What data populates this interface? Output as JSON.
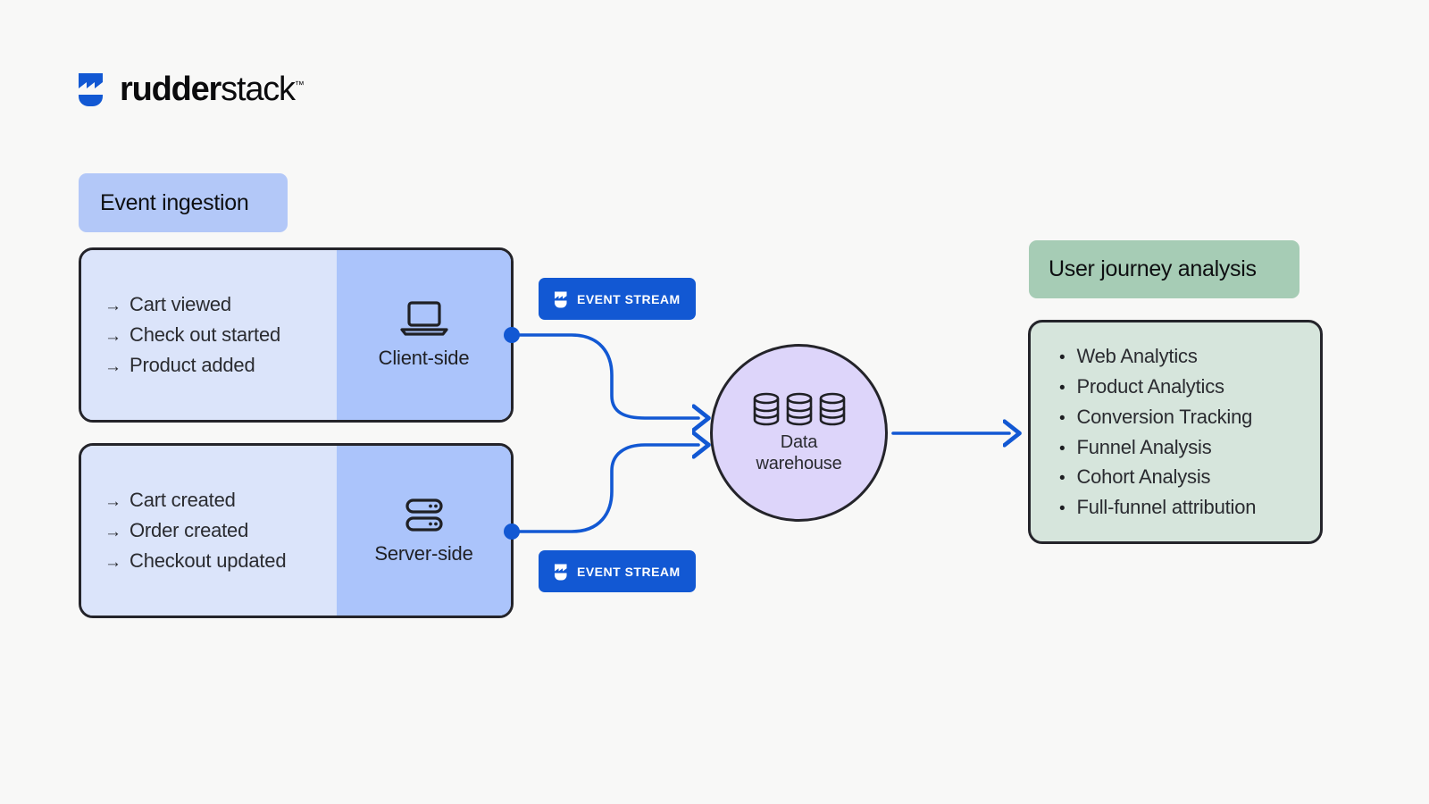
{
  "brand": {
    "logo_icon": "rudderstack-logo-mark",
    "name_bold": "rudder",
    "name_light": "stack",
    "trademark": "™",
    "primary_color": "#1258d3",
    "text_color": "#0b0b0d"
  },
  "sections": {
    "ingestion_badge": "Event ingestion",
    "analysis_badge": "User journey analysis"
  },
  "sources": [
    {
      "id": "client",
      "events": [
        "Cart viewed",
        "Check out started",
        "Product added"
      ],
      "bullet": "→",
      "side_label": "Client-side",
      "side_icon": "laptop-icon",
      "chip": {
        "label": "EVENT STREAM",
        "icon": "rudderstack-mark-white"
      }
    },
    {
      "id": "server",
      "events": [
        "Cart created",
        "Order created",
        "Checkout updated"
      ],
      "bullet": "→",
      "side_label": "Server-side",
      "side_icon": "server-icon",
      "chip": {
        "label": "EVENT STREAM",
        "icon": "rudderstack-mark-white"
      }
    }
  ],
  "warehouse": {
    "icon": "database-stack-icon",
    "label_line1": "Data",
    "label_line2": "warehouse",
    "fill_color": "#ddd5fa"
  },
  "destinations": {
    "bullet": "•",
    "items": [
      "Web Analytics",
      "Product Analytics",
      "Conversion Tracking",
      "Funnel Analysis",
      "Cohort Analysis",
      "Full-funnel attribution"
    ],
    "fill_color": "#d6e5dc"
  },
  "colors": {
    "background": "#f8f8f7",
    "card_events_fill": "#dbe4fa",
    "card_side_fill": "#abc4fb",
    "ingestion_badge_fill": "#b3c8f8",
    "analysis_badge_fill": "#a6ccb5",
    "connector": "#1258d3",
    "outline": "#24242a"
  }
}
